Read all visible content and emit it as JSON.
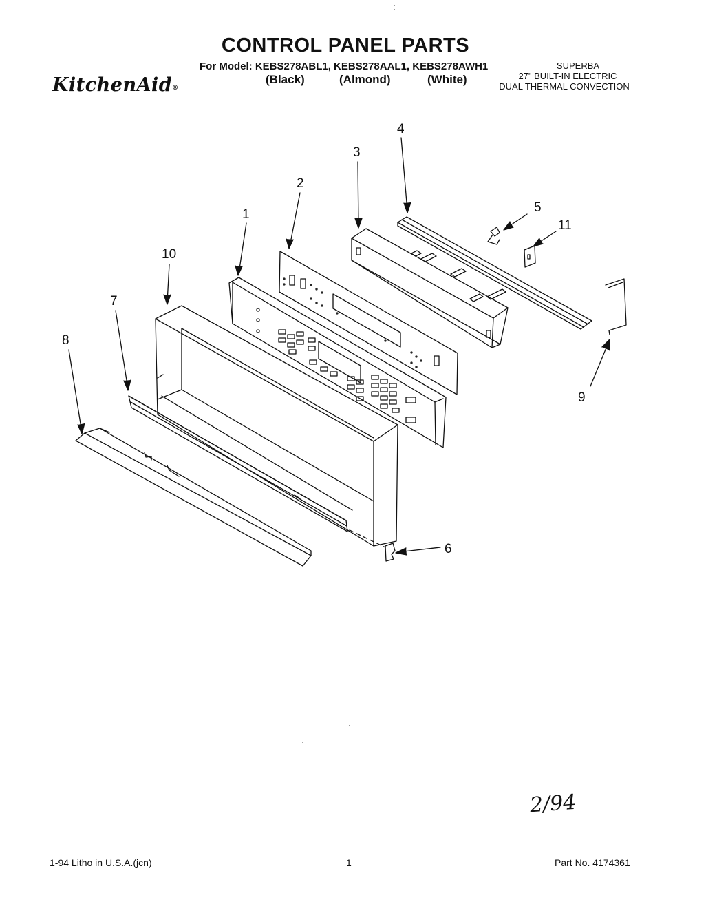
{
  "header": {
    "title": "CONTROL PANEL PARTS",
    "model_line": "For Model: KEBS278ABL1, KEBS278AAL1, KEBS278AWH1",
    "brand": "KitchenAid",
    "colors": [
      "(Black)",
      "(Almond)",
      "(White)"
    ],
    "series": "SUPERBA",
    "product_line_1": "27\" BUILT-IN ELECTRIC",
    "product_line_2": "DUAL THERMAL CONVECTION"
  },
  "callouts": [
    "1",
    "2",
    "3",
    "4",
    "5",
    "6",
    "7",
    "8",
    "9",
    "10",
    "11"
  ],
  "footer": {
    "litho": "1-94 Litho in U.S.A.(jcn)",
    "page": "1",
    "part_no": "Part No. 4174361"
  },
  "handwritten_date": "2/94",
  "colors_used": {
    "ink": "#111111",
    "paper": "#ffffff"
  }
}
